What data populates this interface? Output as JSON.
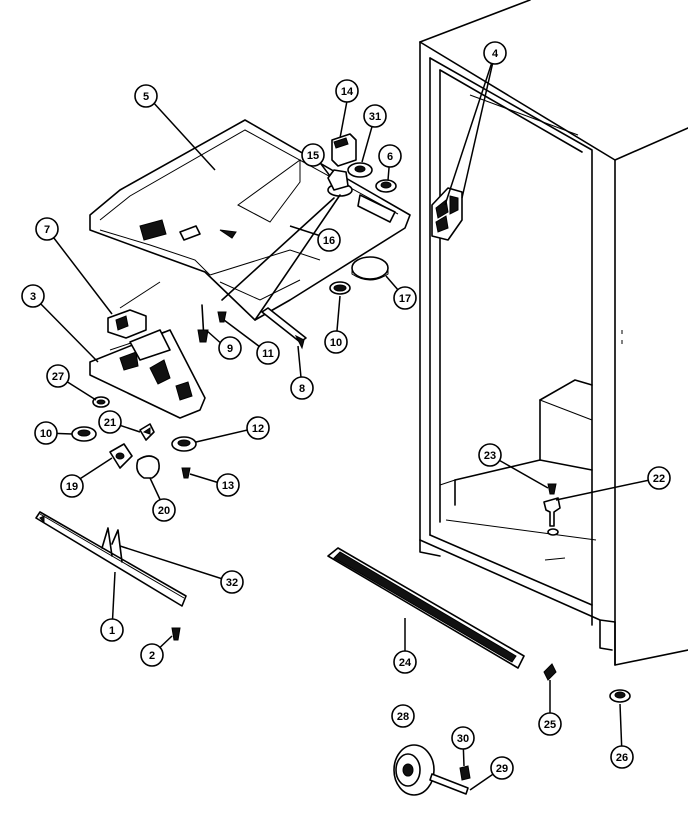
{
  "callouts": [
    {
      "id": "c1",
      "label": "1"
    },
    {
      "id": "c2",
      "label": "2"
    },
    {
      "id": "c3",
      "label": "3"
    },
    {
      "id": "c4",
      "label": "4"
    },
    {
      "id": "c5",
      "label": "5"
    },
    {
      "id": "c6",
      "label": "6"
    },
    {
      "id": "c7",
      "label": "7"
    },
    {
      "id": "c8",
      "label": "8"
    },
    {
      "id": "c9",
      "label": "9"
    },
    {
      "id": "c10a",
      "label": "10"
    },
    {
      "id": "c10b",
      "label": "10"
    },
    {
      "id": "c11",
      "label": "11"
    },
    {
      "id": "c12",
      "label": "12"
    },
    {
      "id": "c13",
      "label": "13"
    },
    {
      "id": "c14",
      "label": "14"
    },
    {
      "id": "c15",
      "label": "15"
    },
    {
      "id": "c16",
      "label": "16"
    },
    {
      "id": "c17",
      "label": "17"
    },
    {
      "id": "c19",
      "label": "19"
    },
    {
      "id": "c20",
      "label": "20"
    },
    {
      "id": "c21",
      "label": "21"
    },
    {
      "id": "c22",
      "label": "22"
    },
    {
      "id": "c23",
      "label": "23"
    },
    {
      "id": "c24",
      "label": "24"
    },
    {
      "id": "c25",
      "label": "25"
    },
    {
      "id": "c26",
      "label": "26"
    },
    {
      "id": "c27",
      "label": "27"
    },
    {
      "id": "c28",
      "label": "28"
    },
    {
      "id": "c29",
      "label": "29"
    },
    {
      "id": "c30",
      "label": "30"
    },
    {
      "id": "c31",
      "label": "31"
    },
    {
      "id": "c32",
      "label": "32"
    }
  ]
}
